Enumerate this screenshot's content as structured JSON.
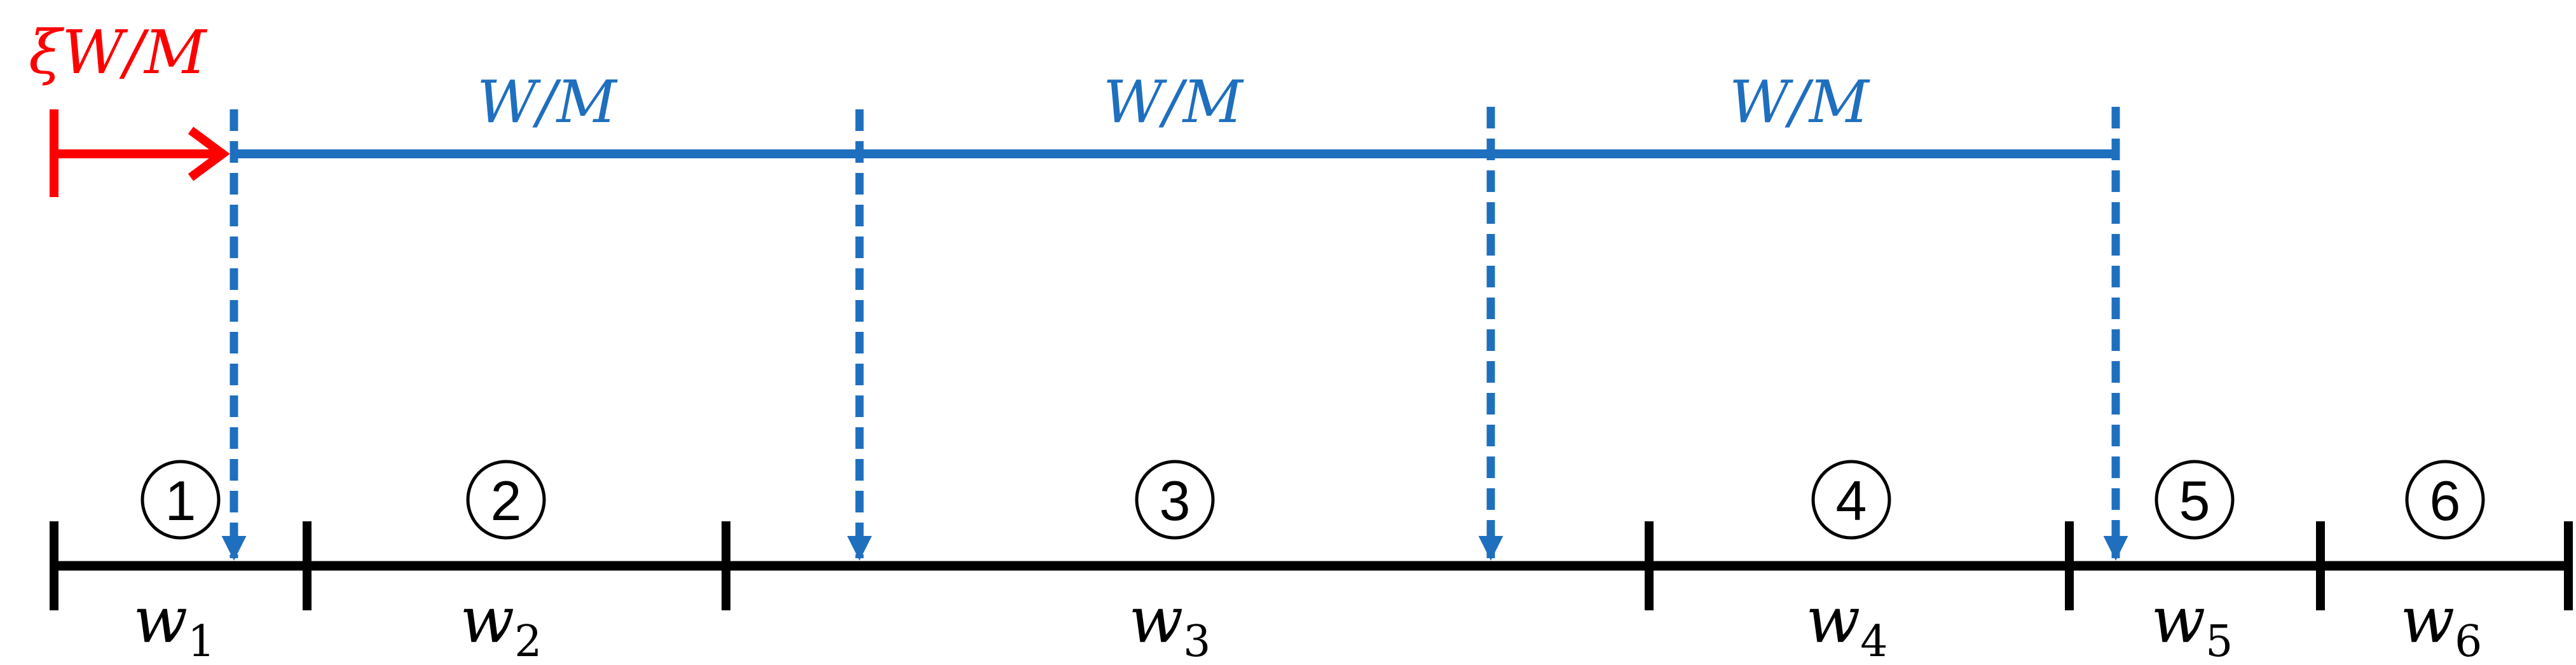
{
  "offset_label": "ξW/M",
  "spacing_label": "W/M",
  "segments": [
    {
      "number": "1",
      "weight": "w",
      "sub": "1"
    },
    {
      "number": "2",
      "weight": "w",
      "sub": "2"
    },
    {
      "number": "3",
      "weight": "w",
      "sub": "3"
    },
    {
      "number": "4",
      "weight": "w",
      "sub": "4"
    },
    {
      "number": "5",
      "weight": "w",
      "sub": "5"
    },
    {
      "number": "6",
      "weight": "w",
      "sub": "6"
    }
  ],
  "colors": {
    "axis": "#000000",
    "pointer": "#1f6fbf",
    "offset": "#ff0000"
  }
}
